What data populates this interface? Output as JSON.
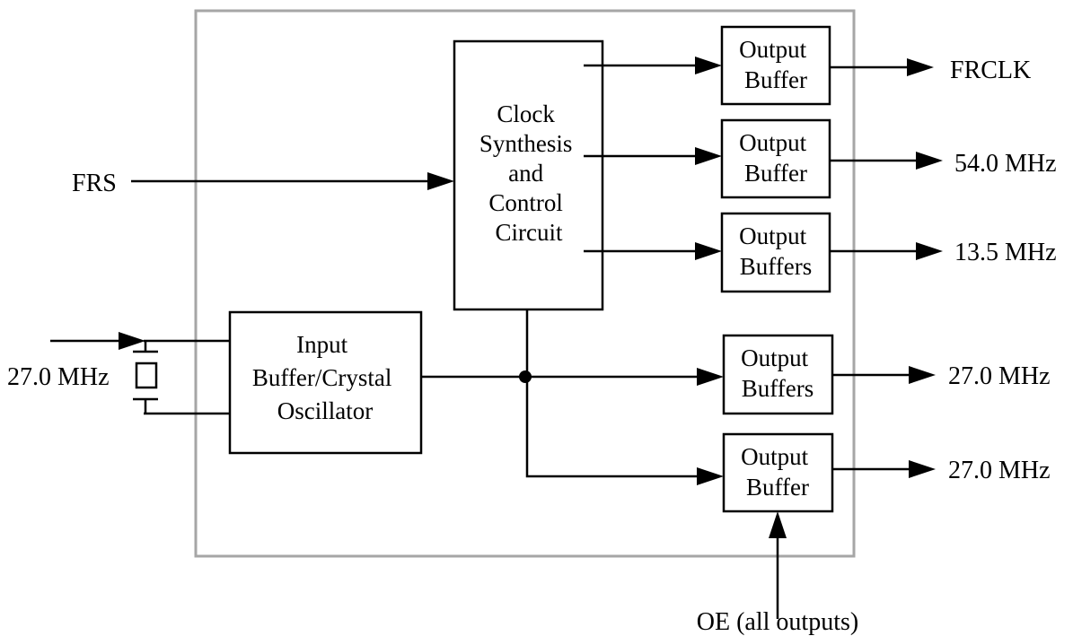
{
  "blocks": {
    "clock_synthesis": {
      "lines": [
        "Clock",
        "Synthesis",
        "and",
        "Control",
        "Circuit"
      ]
    },
    "input_buffer": {
      "lines": [
        "Input",
        "Buffer/Crystal",
        "Oscillator"
      ]
    },
    "output_buffer_1": {
      "lines": [
        "Output",
        "Buffer"
      ]
    },
    "output_buffer_2": {
      "lines": [
        "Output",
        "Buffer"
      ]
    },
    "output_buffer_3": {
      "lines": [
        "Output",
        "Buffers"
      ]
    },
    "output_buffer_4": {
      "lines": [
        "Output",
        "Buffers"
      ]
    },
    "output_buffer_5": {
      "lines": [
        "Output",
        "Buffer"
      ]
    }
  },
  "signals": {
    "frs": "FRS",
    "input_clock": "27.0 MHz",
    "frclk": "FRCLK",
    "out_54": "54.0 MHz",
    "out_13_5": "13.5 MHz",
    "out_27_a": "27.0 MHz",
    "out_27_b": "27.0 MHz",
    "oe": "OE (all outputs)"
  }
}
